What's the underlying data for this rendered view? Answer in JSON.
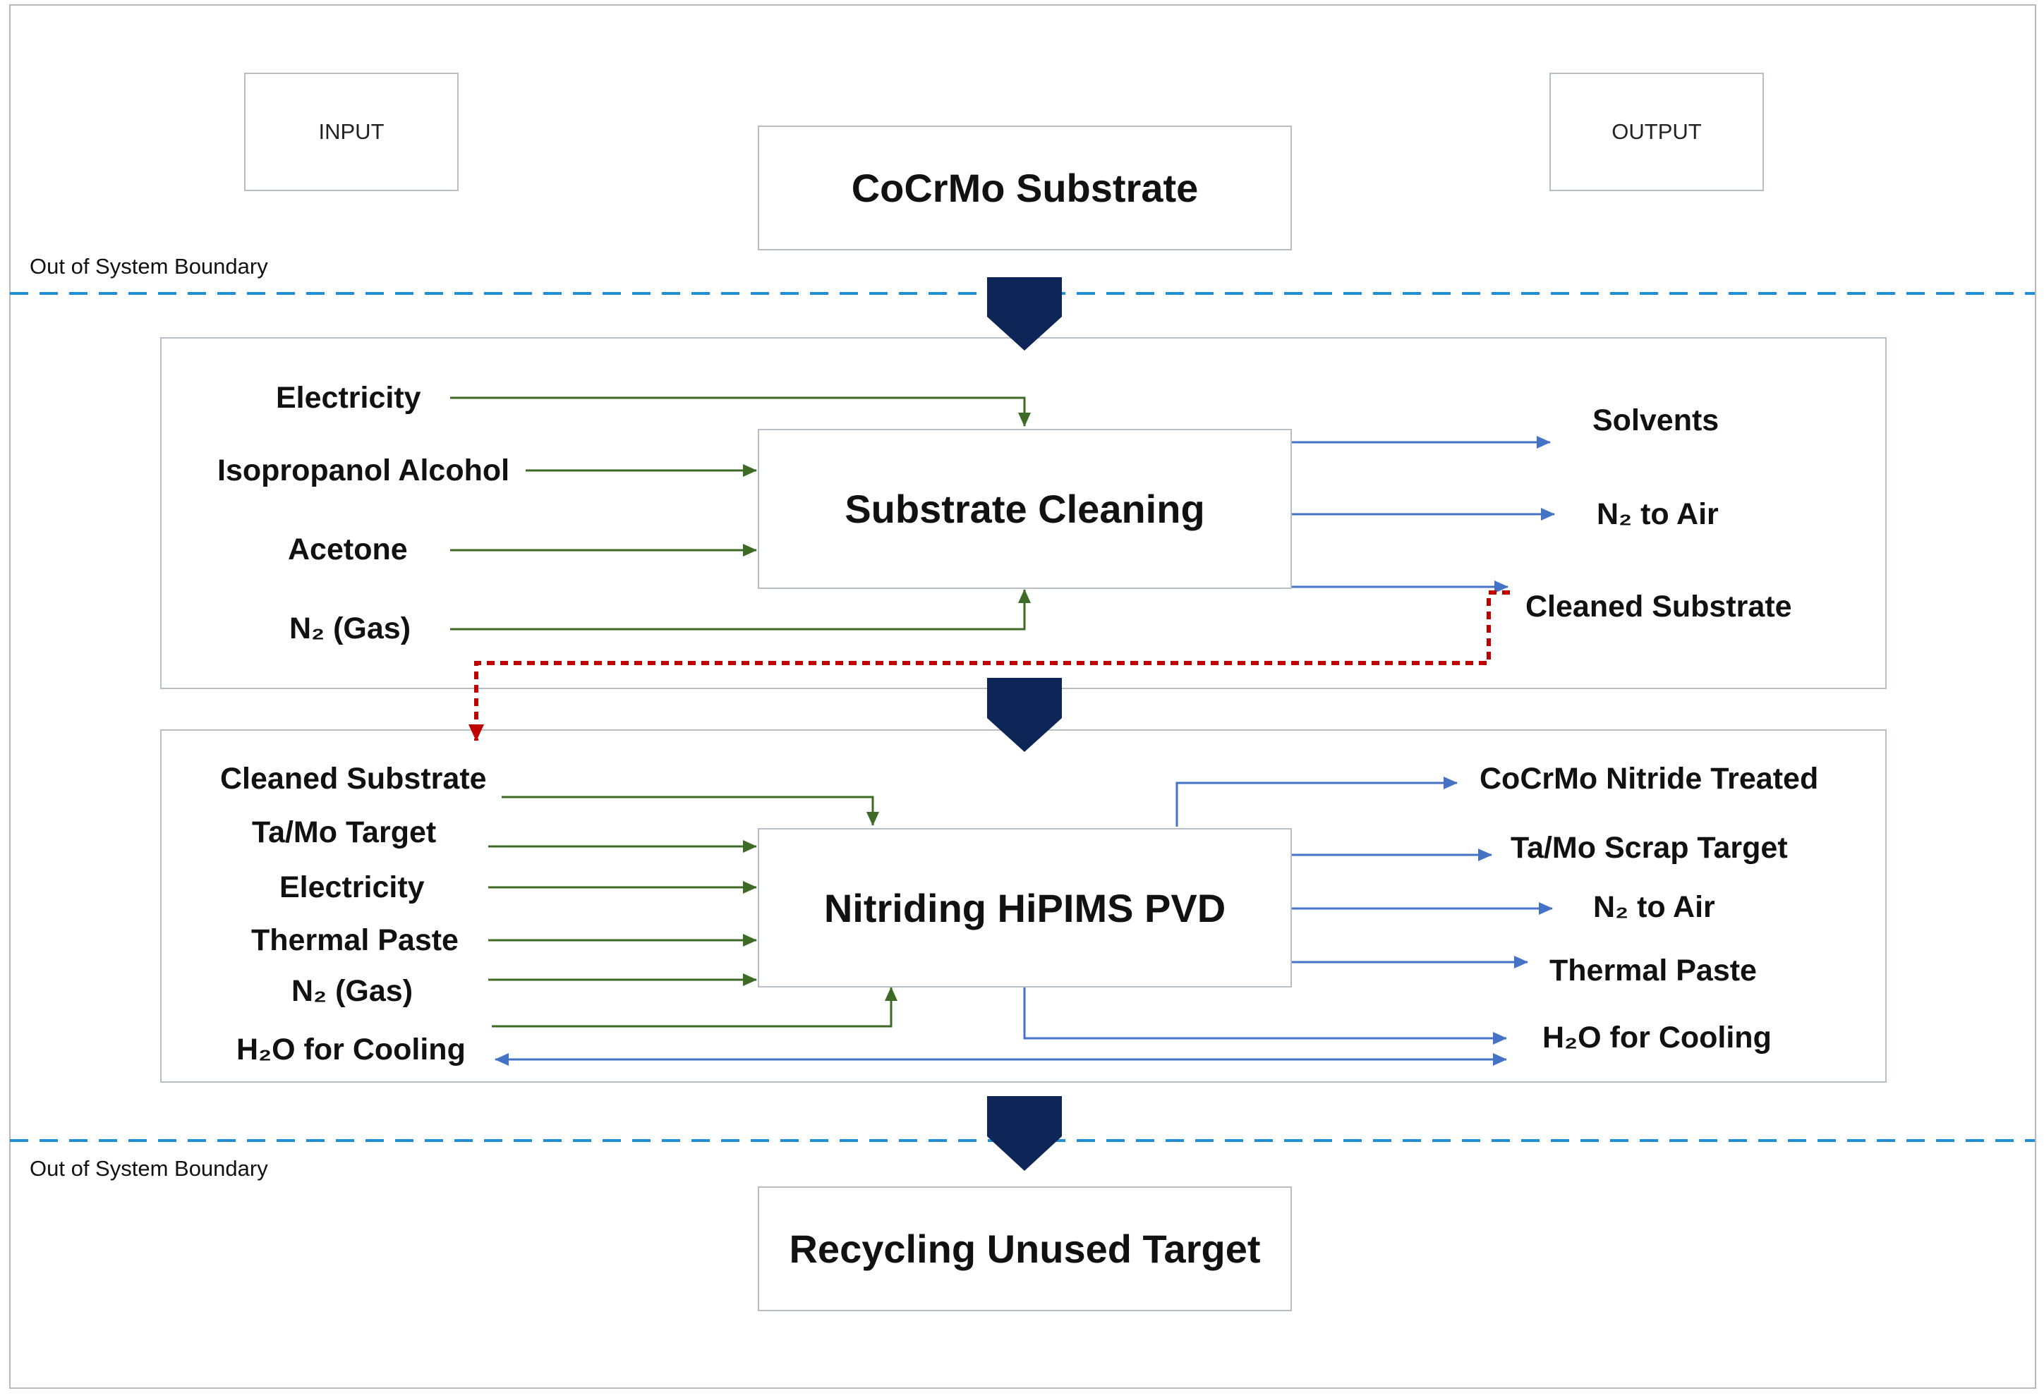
{
  "legend": {
    "input_label": "INPUT",
    "output_label": "OUTPUT"
  },
  "boundary": {
    "top_label": "Out of System Boundary",
    "bottom_label": "Out of System Boundary",
    "line_color": "#1f8fd6"
  },
  "processes": {
    "substrate": "CoCrMo Substrate",
    "cleaning": "Substrate Cleaning",
    "nitriding": "Nitriding HiPIMS PVD",
    "recycling": "Recycling Unused Target"
  },
  "cleaning_inputs": [
    "Electricity",
    "Isopropanol Alcohol",
    "Acetone",
    "N₂ (Gas)"
  ],
  "cleaning_outputs": [
    "Solvents",
    "N₂ to Air",
    "Cleaned Substrate"
  ],
  "nitriding_inputs": [
    "Cleaned Substrate",
    "Ta/Mo Target",
    "Electricity",
    "Thermal Paste",
    "N₂ (Gas)",
    "H₂O for Cooling"
  ],
  "nitriding_outputs": [
    "CoCrMo Nitride Treated",
    "Ta/Mo Scrap Target",
    "N₂ to Air",
    "Thermal Paste",
    "H₂O for Cooling"
  ],
  "colors": {
    "input_arrow": "#3d6b25",
    "output_arrow": "#4472c4",
    "transfer_link": "#c00000",
    "stage_chevron": "#0d2557"
  }
}
